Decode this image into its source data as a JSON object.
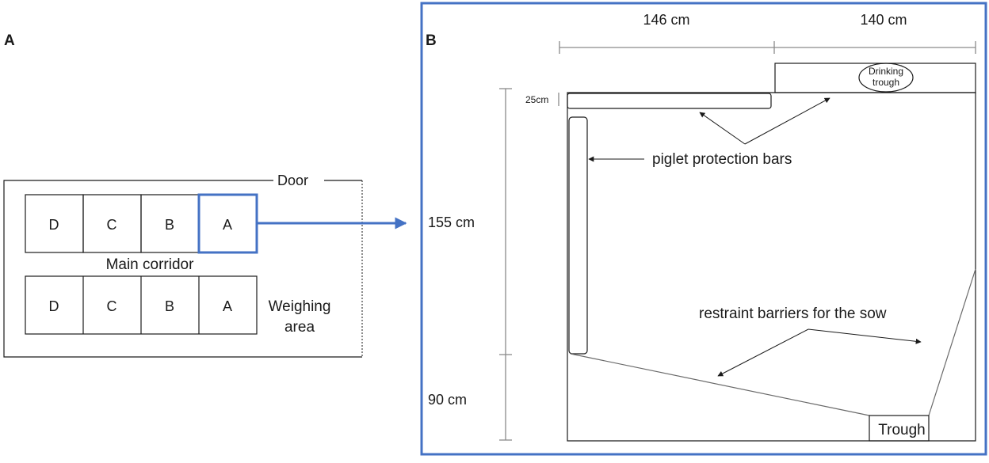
{
  "panel_a": {
    "letter": "A",
    "door_label": "Door",
    "corridor_label": "Main corridor",
    "weighing_label_line1": "Weighing",
    "weighing_label_line2": "area",
    "top_row": [
      "D",
      "C",
      "B",
      "A"
    ],
    "bottom_row": [
      "D",
      "C",
      "B",
      "A"
    ]
  },
  "panel_b": {
    "letter": "B",
    "dim_top_left": "146 cm",
    "dim_top_right": "140 cm",
    "dim_left_upper": "155 cm",
    "dim_left_lower": "90 cm",
    "dim_small": "25cm",
    "drinking_line1": "Drinking",
    "drinking_line2": "trough",
    "piglet_label": "piglet protection bars",
    "restraint_label": "restraint barriers for the sow",
    "trough_label": "Trough"
  },
  "colors": {
    "highlight": "#4472c4",
    "ink": "#1a1a1a",
    "dimension": "#8a8a8a"
  }
}
